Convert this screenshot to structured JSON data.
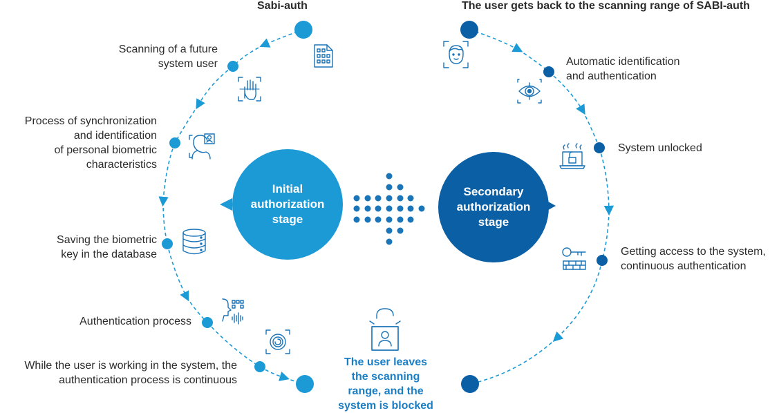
{
  "colors": {
    "light_blue": "#1c9ad6",
    "dark_blue": "#0b5fa5",
    "icon_blue": "#1a74b8",
    "text": "#2b2b2b",
    "blocked_text": "#1a7ec5"
  },
  "headers": {
    "left": "Sabi-auth",
    "right": "The user gets back to the scanning range of SABI-auth"
  },
  "stages": {
    "initial": [
      "Initial",
      "authorization",
      "stage"
    ],
    "secondary": [
      "Secondary",
      "authorization",
      "stage"
    ]
  },
  "left_steps": [
    {
      "lines": [
        "Scanning of a future",
        "system user"
      ],
      "icon": "building-icon"
    },
    {
      "lines": [
        "Process of synchronization",
        "and identification",
        "of personal biometric",
        "characteristics"
      ],
      "icon": "biometric-profile-icon"
    },
    {
      "lines": [
        "Saving the biometric",
        "key in the database"
      ],
      "icon": "database-icon"
    },
    {
      "lines": [
        "Authentication process"
      ],
      "icon": "voice-recognition-icon"
    },
    {
      "lines": [
        "While the user is working in the system, the",
        "authentication process is continuous"
      ],
      "icon": "fingerprint-scan-icon"
    }
  ],
  "right_steps": [
    {
      "lines": [
        "Automatic identification",
        "and authentication"
      ],
      "icon": "face-scan-icon"
    },
    {
      "lines": [
        "System unlocked"
      ],
      "icon": "unlocked-laptop-icon"
    },
    {
      "lines": [
        "Getting access to the system,",
        "continuous authentication"
      ],
      "icon": "key-access-icon"
    }
  ],
  "extra_icons": [
    "hand-scan-icon",
    "eye-scan-icon",
    "padlock-user-icon"
  ],
  "blocked": [
    "The user leaves",
    "the scanning",
    "range, and the",
    "system is blocked"
  ]
}
